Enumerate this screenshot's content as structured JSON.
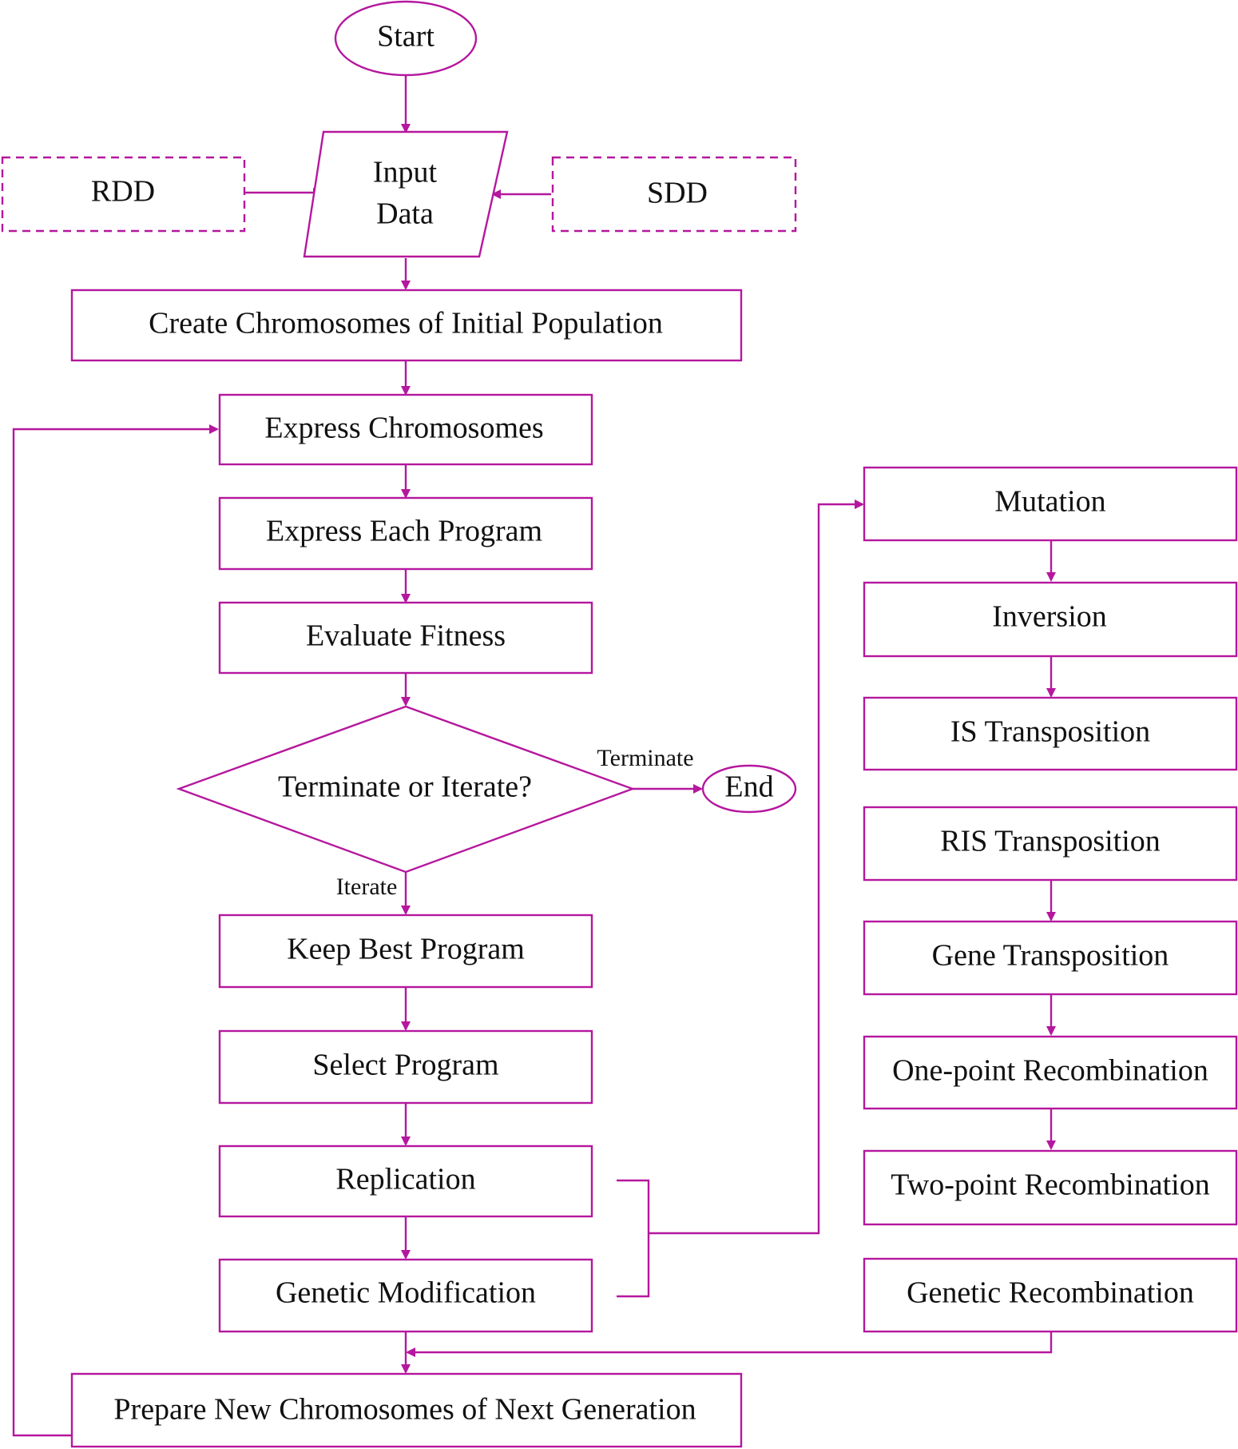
{
  "nodes": {
    "start": "Start",
    "input_data_line1": "Input",
    "input_data_line2": "Data",
    "rdd": "RDD",
    "sdd": "SDD",
    "create_chromosomes": "Create Chromosomes of Initial Population",
    "express_chromosomes": "Express Chromosomes",
    "express_each_program": "Express Each Program",
    "evaluate_fitness": "Evaluate Fitness",
    "decision": "Terminate or Iterate?",
    "end": "End",
    "keep_best_program": "Keep Best Program",
    "select_program": "Select Program",
    "replication": "Replication",
    "genetic_modification": "Genetic Modification",
    "prepare_new_chromosomes": "Prepare New Chromosomes of Next Generation",
    "mutation": "Mutation",
    "inversion": "Inversion",
    "is_transposition": "IS Transposition",
    "ris_transposition": "RIS Transposition",
    "gene_transposition": "Gene Transposition",
    "one_point_recombination": "One-point Recombination",
    "two_point_recombination": "Two-point Recombination",
    "genetic_recombination": "Genetic Recombination"
  },
  "edge_labels": {
    "terminate": "Terminate",
    "iterate": "Iterate"
  },
  "colors": {
    "stroke": "#b5179e",
    "text": "#111111",
    "background": "#ffffff"
  }
}
